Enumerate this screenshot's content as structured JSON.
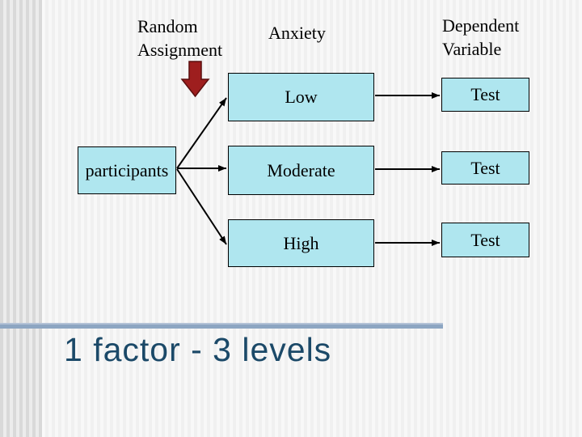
{
  "headers": {
    "random_assignment": "Random Assignment",
    "anxiety": "Anxiety",
    "dependent_variable": "Dependent Variable"
  },
  "nodes": {
    "participants": "participants",
    "low": "Low",
    "moderate": "Moderate",
    "high": "High"
  },
  "tests": [
    "Test",
    "Test",
    "Test"
  ],
  "caption": {
    "text": "1 factor - 3 levels"
  },
  "icons": {
    "random_assignment_arrow": "down-block-arrow"
  },
  "colors": {
    "box_fill": "#afe6ef",
    "box_border": "#000000",
    "arrow_red_fill": "#9e1e1e",
    "arrow_red_border": "#5a0f0f",
    "divider": "#8da6c2",
    "caption_text": "#1b4968"
  }
}
